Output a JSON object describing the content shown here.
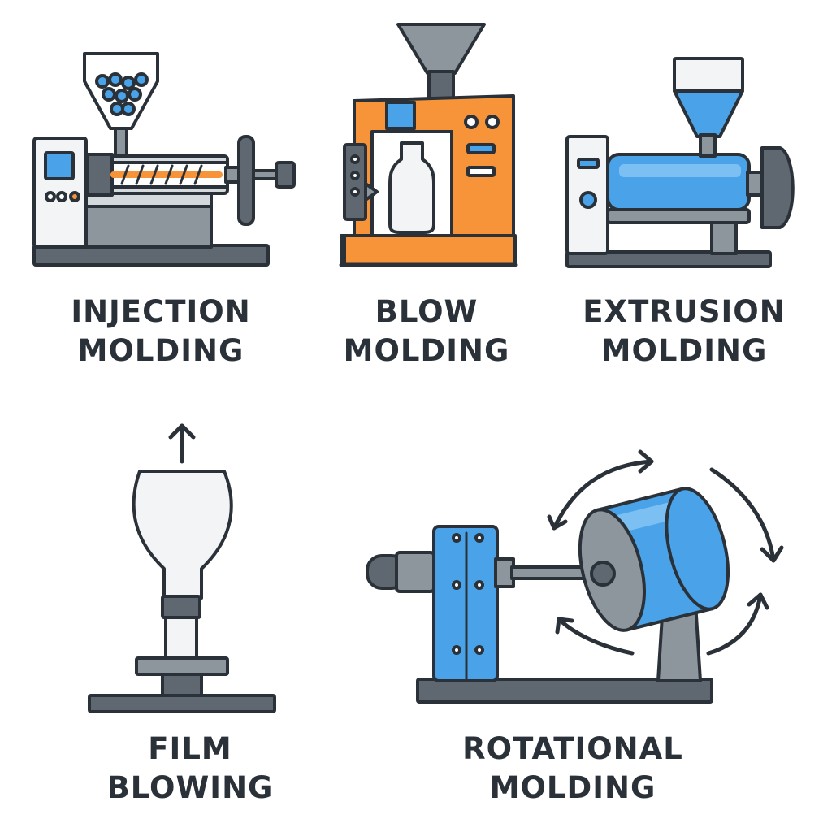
{
  "colors": {
    "outline": "#2a3138",
    "gray_dark": "#5f6770",
    "gray_mid": "#8d959d",
    "gray_light": "#d4d9de",
    "panel": "#f3f4f5",
    "blue": "#4aa3e8",
    "blue_light": "#7cc0f3",
    "orange": "#f7943a",
    "white": "#ffffff"
  },
  "processes": [
    {
      "id": "injection",
      "icon": "injection-molding-machine-icon",
      "line1": "INJECTION",
      "line2": "MOLDING"
    },
    {
      "id": "blow",
      "icon": "blow-molding-machine-icon",
      "line1": "BLOW",
      "line2": "MOLDING"
    },
    {
      "id": "extrusion",
      "icon": "extrusion-molding-machine-icon",
      "line1": "EXTRUSION",
      "line2": "MOLDING"
    },
    {
      "id": "film",
      "icon": "film-blowing-machine-icon",
      "line1": "FILM",
      "line2": "BLOWING"
    },
    {
      "id": "rotational",
      "icon": "rotational-molding-machine-icon",
      "line1": "ROTATIONAL",
      "line2": "MOLDING"
    }
  ]
}
